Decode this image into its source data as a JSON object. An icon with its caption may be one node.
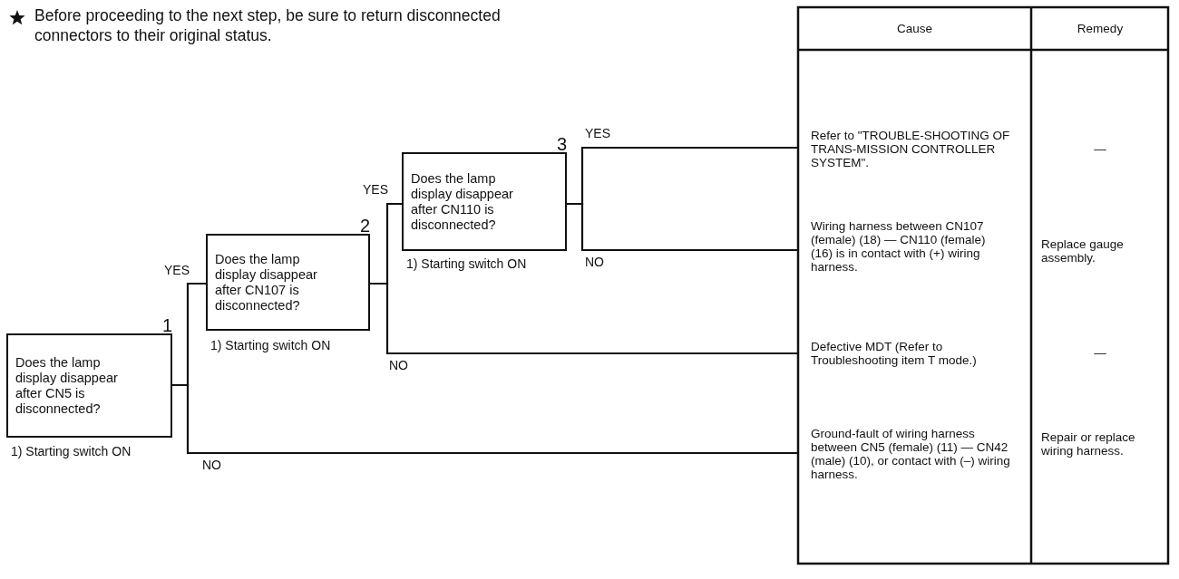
{
  "diagram": {
    "nodes": [
      {
        "text": [
          "1",
          "Does the lamp display disappear after CN5 is disconnected?"
        ],
        "beside": [
          "1) Starting switch ON"
        ]
      },
      {
        "text": [
          "2",
          "Does the lamp display disappear after CN107 is disconnected?"
        ],
        "beside": [
          "1) Starting switch ON"
        ]
      },
      {
        "text": [
          "3",
          "Does the lamp display disappear after CN110 is disconnected?"
        ],
        "beside": [
          "1) Starting switch ON"
        ]
      },
      {
        "text": [
          "Refer to \"TROUBLE-SHOOTING OF TRANS-MISSION CONTROLLER SYSTEM\"."
        ]
      },
      {
        "text": [
          "Wiring harness between CN107 (female) (18) — CN110 (female) (16) is in contact with (+) wiring harness."
        ]
      },
      {
        "text": [
          "Defective MDT (Refer to Troubleshooting item T mode.)"
        ]
      },
      {
        "text": [
          "Ground-fault of wiring harness between CN5 (female) (11) — CN42 (male) (10), or contact with (–) wiring harness."
        ]
      }
    ],
    "edges": [
      {
        "from": 0,
        "to": 1,
        "arrow": "none",
        "label": "YES"
      },
      {
        "from": 1,
        "to": 2,
        "arrow": "none",
        "label": "YES"
      },
      {
        "from": 2,
        "to": 3,
        "arrow": "none",
        "label": "YES"
      },
      {
        "from": 2,
        "to": 4,
        "arrow": "none",
        "label": "NO"
      },
      {
        "from": 1,
        "to": 5,
        "arrow": "none",
        "label": "NO"
      },
      {
        "from": 0,
        "to": 6,
        "arrow": "none",
        "label": "NO"
      }
    ],
    "labels": [
      "Before proceeding to the next step, be sure to return disconnected connectors to their original status.",
      "Cause",
      "Remedy",
      "—",
      "Replace gauge assembly.",
      "—",
      "Repair or replace wiring harness."
    ]
  }
}
